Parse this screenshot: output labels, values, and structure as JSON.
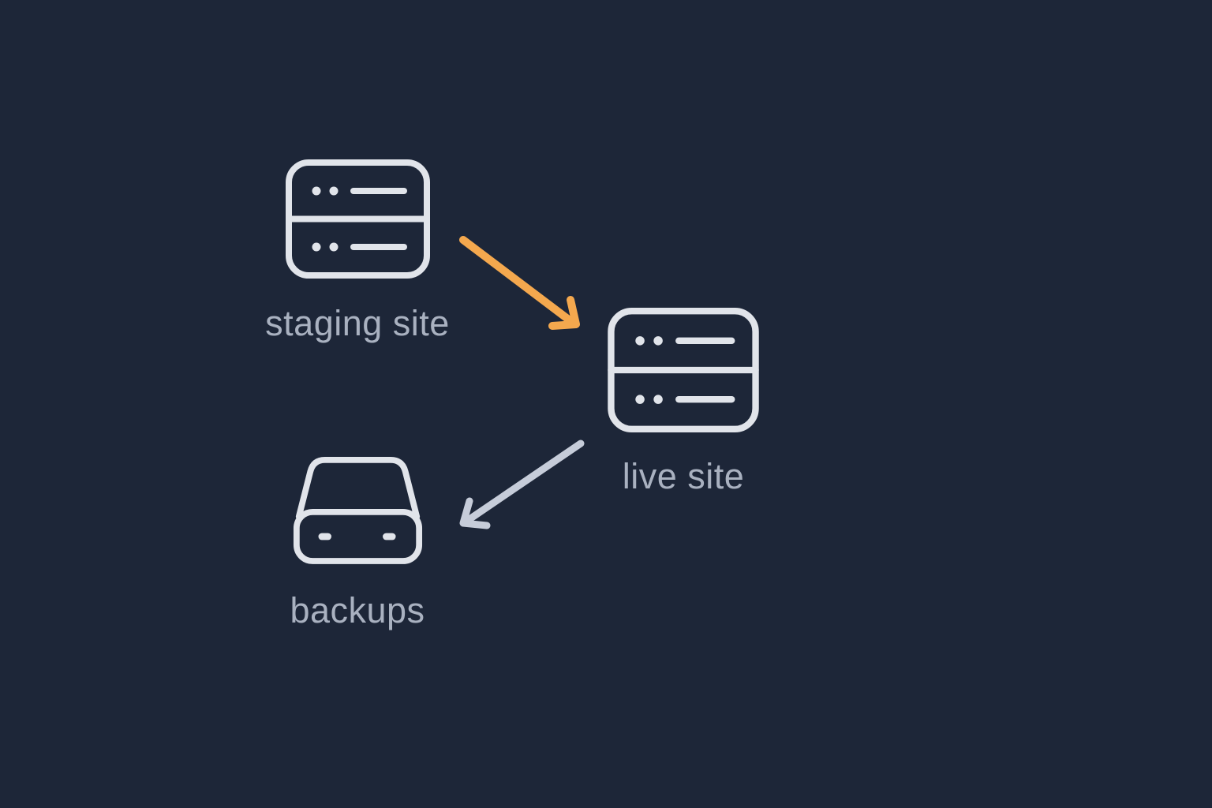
{
  "diagram": {
    "nodes": [
      {
        "id": "staging-site",
        "label": "staging site",
        "icon": "server-icon"
      },
      {
        "id": "live-site",
        "label": "live site",
        "icon": "server-icon"
      },
      {
        "id": "backups",
        "label": "backups",
        "icon": "hard-drive-icon"
      }
    ],
    "edges": [
      {
        "from": "staging site",
        "to": "live site",
        "color_name": "orange"
      },
      {
        "from": "live site",
        "to": "backups",
        "color_name": "gray"
      }
    ],
    "colors": {
      "background": "#1d2638",
      "icon_stroke": "#e1e4ea",
      "label": "#a9b1c0",
      "arrow_orange": "#f4a84e",
      "arrow_gray": "#c6ccd9"
    }
  }
}
